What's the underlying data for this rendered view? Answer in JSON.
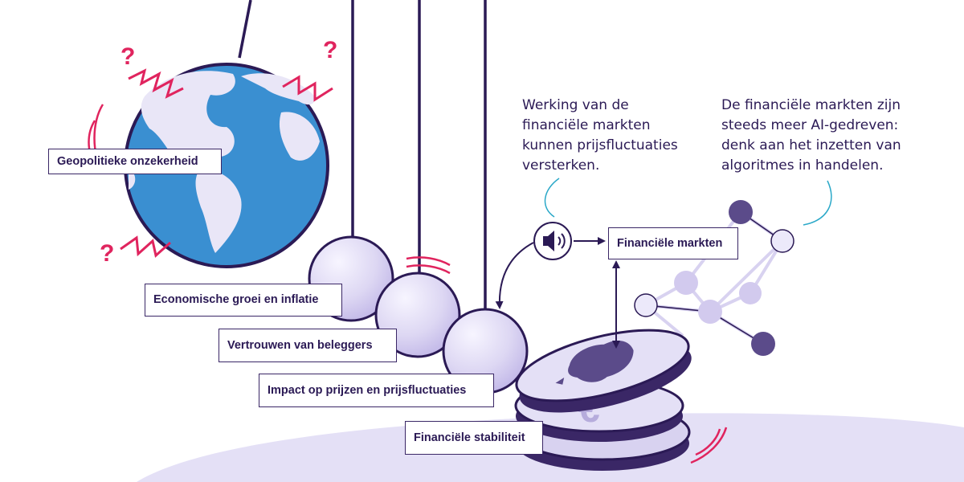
{
  "labels": {
    "geopolitics": "Geopolitieke onzekerheid",
    "economy": "Economische groei en inflatie",
    "trust": "Vertrouwen van beleggers",
    "impact": "Impact op prijzen en prijsfluctuaties",
    "stability": "Financiële stabiliteit",
    "markets": "Financiële markten"
  },
  "notes": {
    "amplify": "Werking van de\nfinanciële markten\nkunnen prijsfluctuaties\nversterken.",
    "ai": "De financiële markten zijn\nsteeds meer AI-gedreven:\ndenk aan het inzetten van\nalgoritmes in handelen."
  },
  "icons": {
    "globe": "globe-icon",
    "speaker": "speaker-icon",
    "coin": "euro-coin-icon",
    "network": "ai-network-icon",
    "question": "question-mark-icon"
  },
  "colors": {
    "navy": "#2b1a55",
    "ocean": "#3a8fd1",
    "land": "#e9e6f7",
    "sphere": "#d8d2f0",
    "accent": "#e0245e",
    "teal": "#2aa8c8",
    "ground": "#e4e0f6"
  }
}
